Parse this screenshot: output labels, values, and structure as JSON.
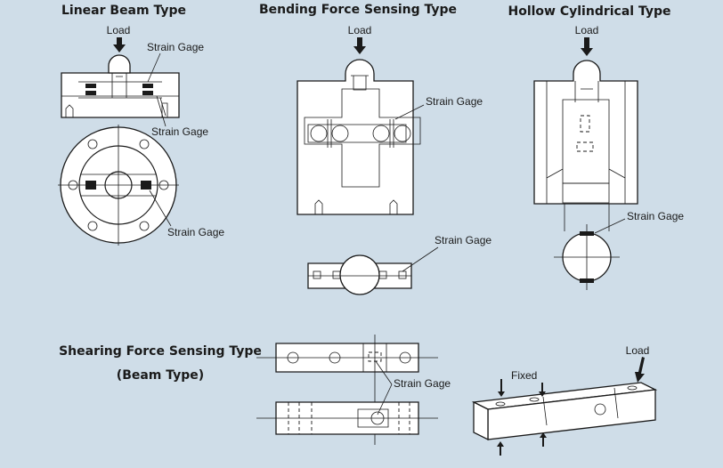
{
  "titles": {
    "linear": "Linear Beam Type",
    "bending": "Bending Force Sensing Type",
    "hollow": "Hollow Cylindrical Type",
    "shearing_1": "Shearing Force Sensing Type",
    "shearing_2": "(Beam Type)"
  },
  "labels": {
    "load": "Load",
    "strain_gage": "Strain Gage",
    "fixed": "Fixed"
  }
}
